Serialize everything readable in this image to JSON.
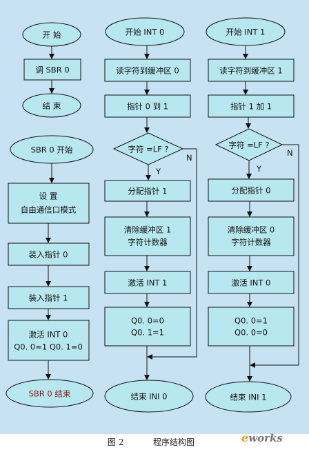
{
  "nodes": {
    "c1_start": "开 始",
    "c1_call": "调 SBR 0",
    "c1_end": "结 束",
    "sbr_start": "SBR 0 开始",
    "sbr_set_l1": "设 置",
    "sbr_set_l2": "自由通信口模式",
    "sbr_ptr0": "装入指针 0",
    "sbr_ptr1": "装入指针 1",
    "sbr_act_l1": "激活 INT 0",
    "sbr_act_l2": "Q0. 0=1  Q0. 1=0",
    "sbr_end": "SBR 0 结束",
    "i0_start": "开始 INT 0",
    "i0_read": "读字符到缓冲区 0",
    "i0_ptr": "指针 0 到 1",
    "i0_cond": "字符 =LF ?",
    "i0_alloc": "分配指针 1",
    "i0_clear_l1": "清除缓冲区 1",
    "i0_clear_l2": "字符计数器",
    "i0_act": "激活 INT 1",
    "i0_q_l1": "Q0. 0=0",
    "i0_q_l2": "Q0. 1=1",
    "i0_end": "结束 INI 0",
    "i1_start": "开始 INT 1",
    "i1_read": "读字符到缓冲区 1",
    "i1_ptr": "指针 1 加 1",
    "i1_cond": "字符 =LF ?",
    "i1_alloc": "分配指针 0",
    "i1_clear_l1": "清除缓冲区 0",
    "i1_clear_l2": "字符计数器",
    "i1_act": "激活 INT 0",
    "i1_q_l1": "Q0. 0=1",
    "i1_q_l2": "Q0. 0=0",
    "i1_end": "结束 INI 1"
  },
  "branch_labels": {
    "yes": "Y",
    "no": "N"
  },
  "colors": {
    "fill": "#b8e8ef",
    "stroke": "#111111",
    "background": "#c7e2f3",
    "sbr_end_text": "#8b1a1a"
  },
  "caption": {
    "figure": "图 2",
    "title": "程序结构图"
  },
  "logo": {
    "prefix": "e",
    "brand": "works"
  }
}
